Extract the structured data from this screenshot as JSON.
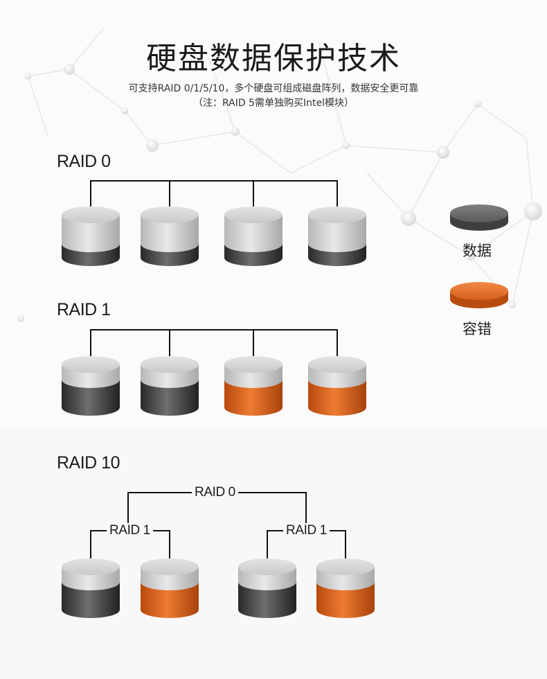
{
  "header": {
    "title": "硬盘数据保护技术",
    "subtitle_line1": "可支持RAID 0/1/5/10，多个硬盘可组成磁盘阵列，数据安全更可靠",
    "subtitle_line2": "（注：RAID 5需单独购买Intel模块）"
  },
  "sections": {
    "raid0": {
      "label": "RAID 0",
      "disks": [
        "data",
        "data",
        "data",
        "data"
      ]
    },
    "raid1": {
      "label": "RAID 1",
      "disks": [
        "data",
        "data",
        "fault-tolerance",
        "fault-tolerance"
      ]
    },
    "raid10": {
      "label": "RAID 10",
      "top_label": "RAID 0",
      "left_group_label": "RAID 1",
      "right_group_label": "RAID 1",
      "disks": [
        "data",
        "fault-tolerance",
        "data",
        "fault-tolerance"
      ]
    }
  },
  "legend": {
    "data_label": "数据",
    "fault_label": "容错"
  },
  "colors": {
    "data_dark": "#4a4a4a",
    "disk_light": "#d4d4d4",
    "fault_orange": "#d9601b",
    "line": "#111111"
  }
}
